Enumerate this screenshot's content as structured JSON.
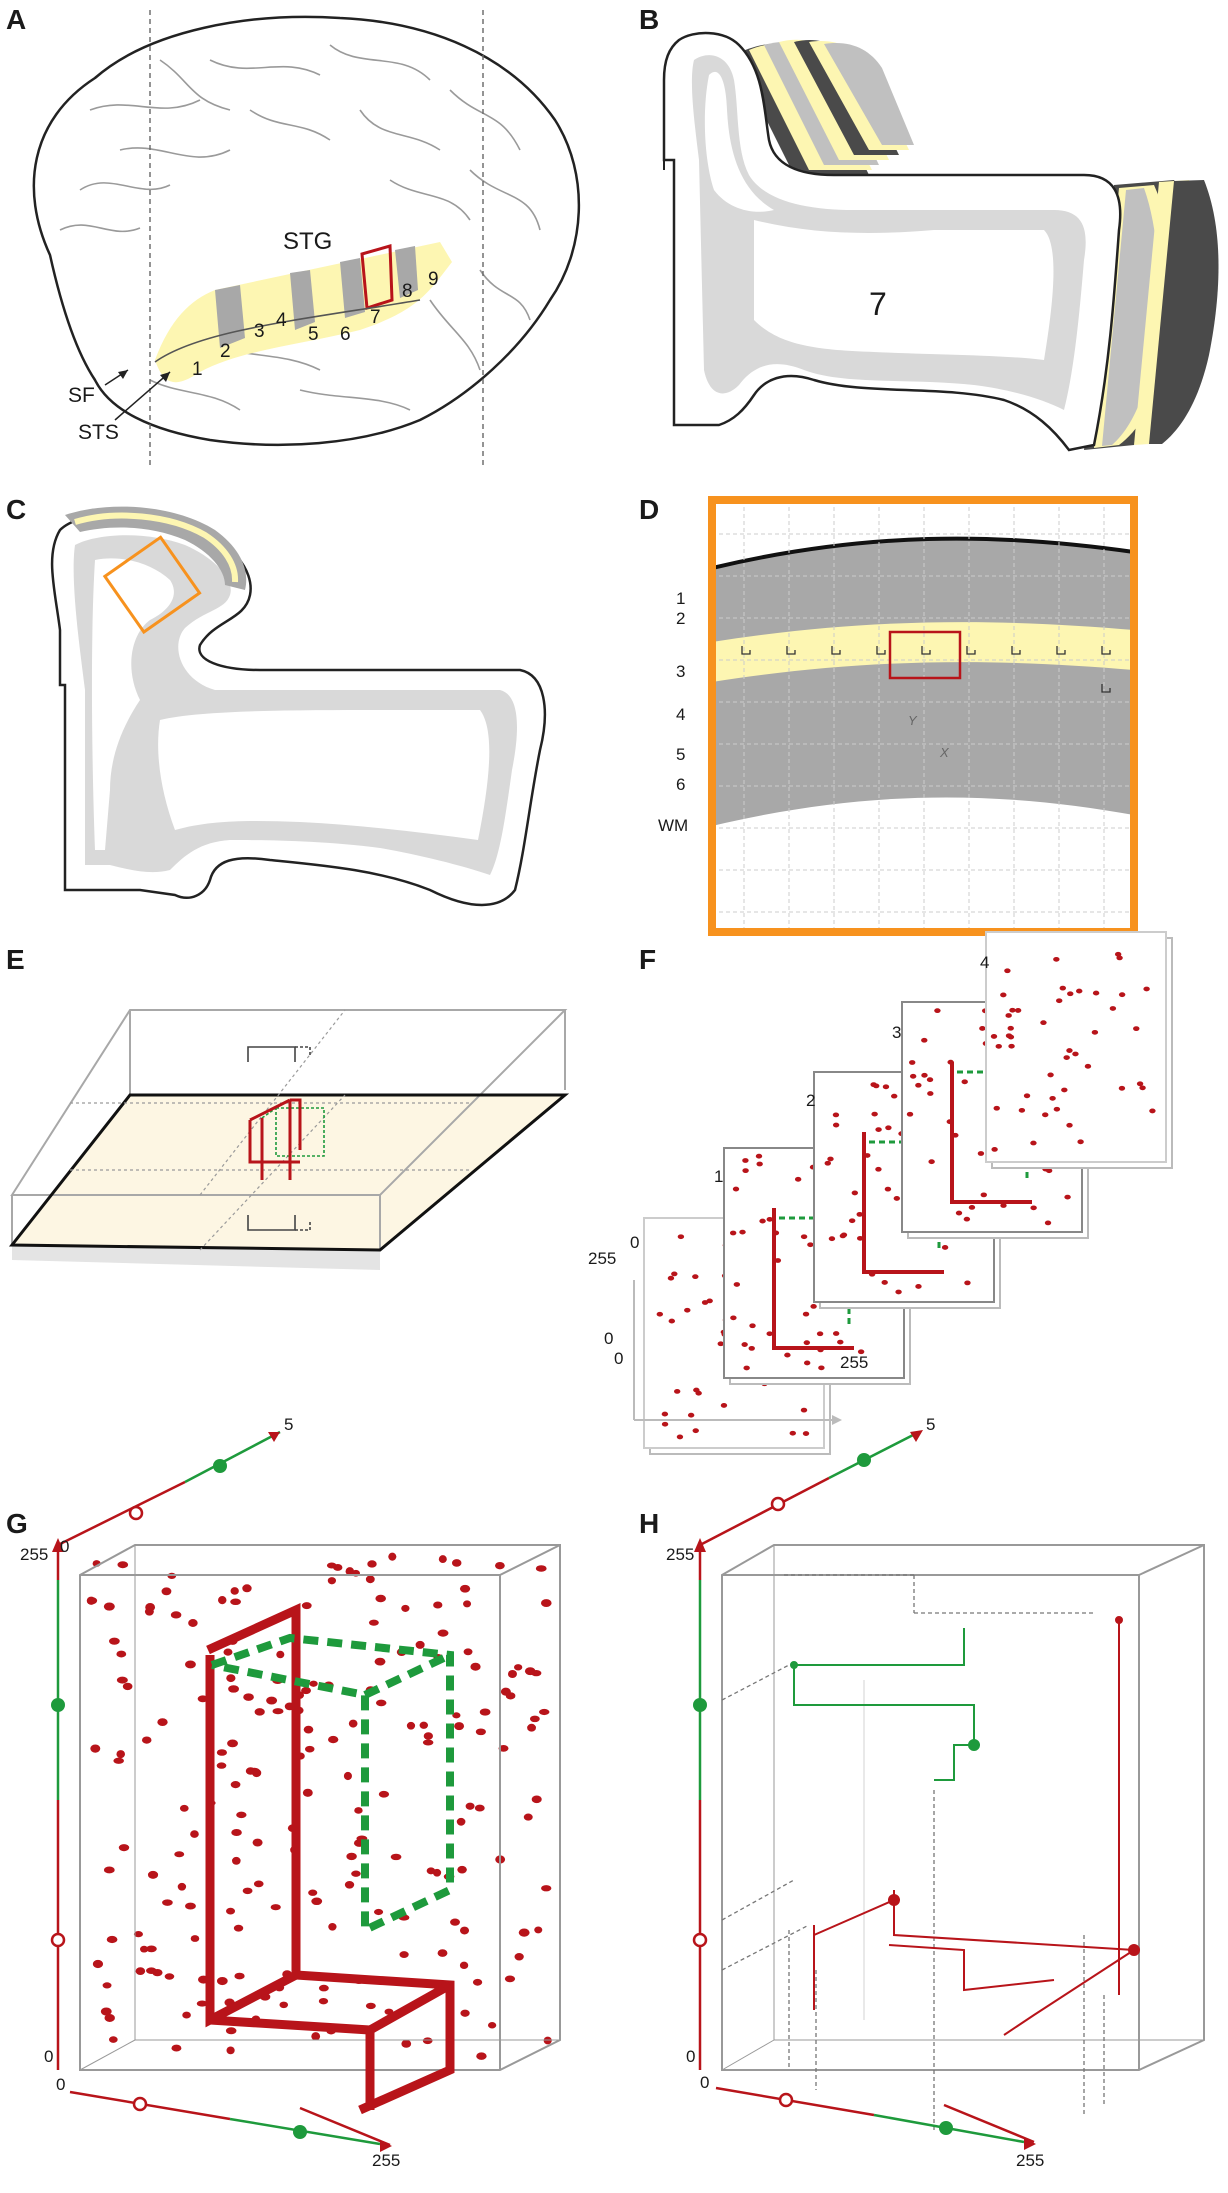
{
  "panels": {
    "A": {
      "letter": "A",
      "labels": {
        "stg": "STG",
        "sf": "SF",
        "sts": "STS"
      },
      "sections": [
        "1",
        "2",
        "3",
        "4",
        "5",
        "6",
        "7",
        "8",
        "9"
      ]
    },
    "B": {
      "letter": "B",
      "section": "7"
    },
    "C": {
      "letter": "C"
    },
    "D": {
      "letter": "D",
      "layers": [
        "1",
        "2",
        "3",
        "4",
        "5",
        "6",
        "WM"
      ],
      "axis_y": "Y",
      "axis_x": "X"
    },
    "E": {
      "letter": "E"
    },
    "F": {
      "letter": "F",
      "slice_labels": [
        "1",
        "2",
        "3",
        "4"
      ],
      "axis": {
        "y_top": "255",
        "y_zero": "0",
        "origin": "0",
        "x_max": "255",
        "z_zero": "0"
      }
    },
    "G": {
      "letter": "G",
      "axis": {
        "z_zero": "0",
        "z_max": "5",
        "y_max": "255",
        "y_zero": "0",
        "x_zero": "0",
        "x_max": "255"
      }
    },
    "H": {
      "letter": "H",
      "axis": {
        "z_max": "5",
        "y_max": "255",
        "y_zero": "0",
        "x_zero": "0",
        "x_max": "255"
      }
    }
  },
  "colors": {
    "yellow": "#fdf6b2",
    "gray": "#a8a8a8",
    "dark_red": "#b8141a",
    "green": "#1e9a3c",
    "orange": "#f7921e",
    "light_gray": "#e4e4e4"
  }
}
